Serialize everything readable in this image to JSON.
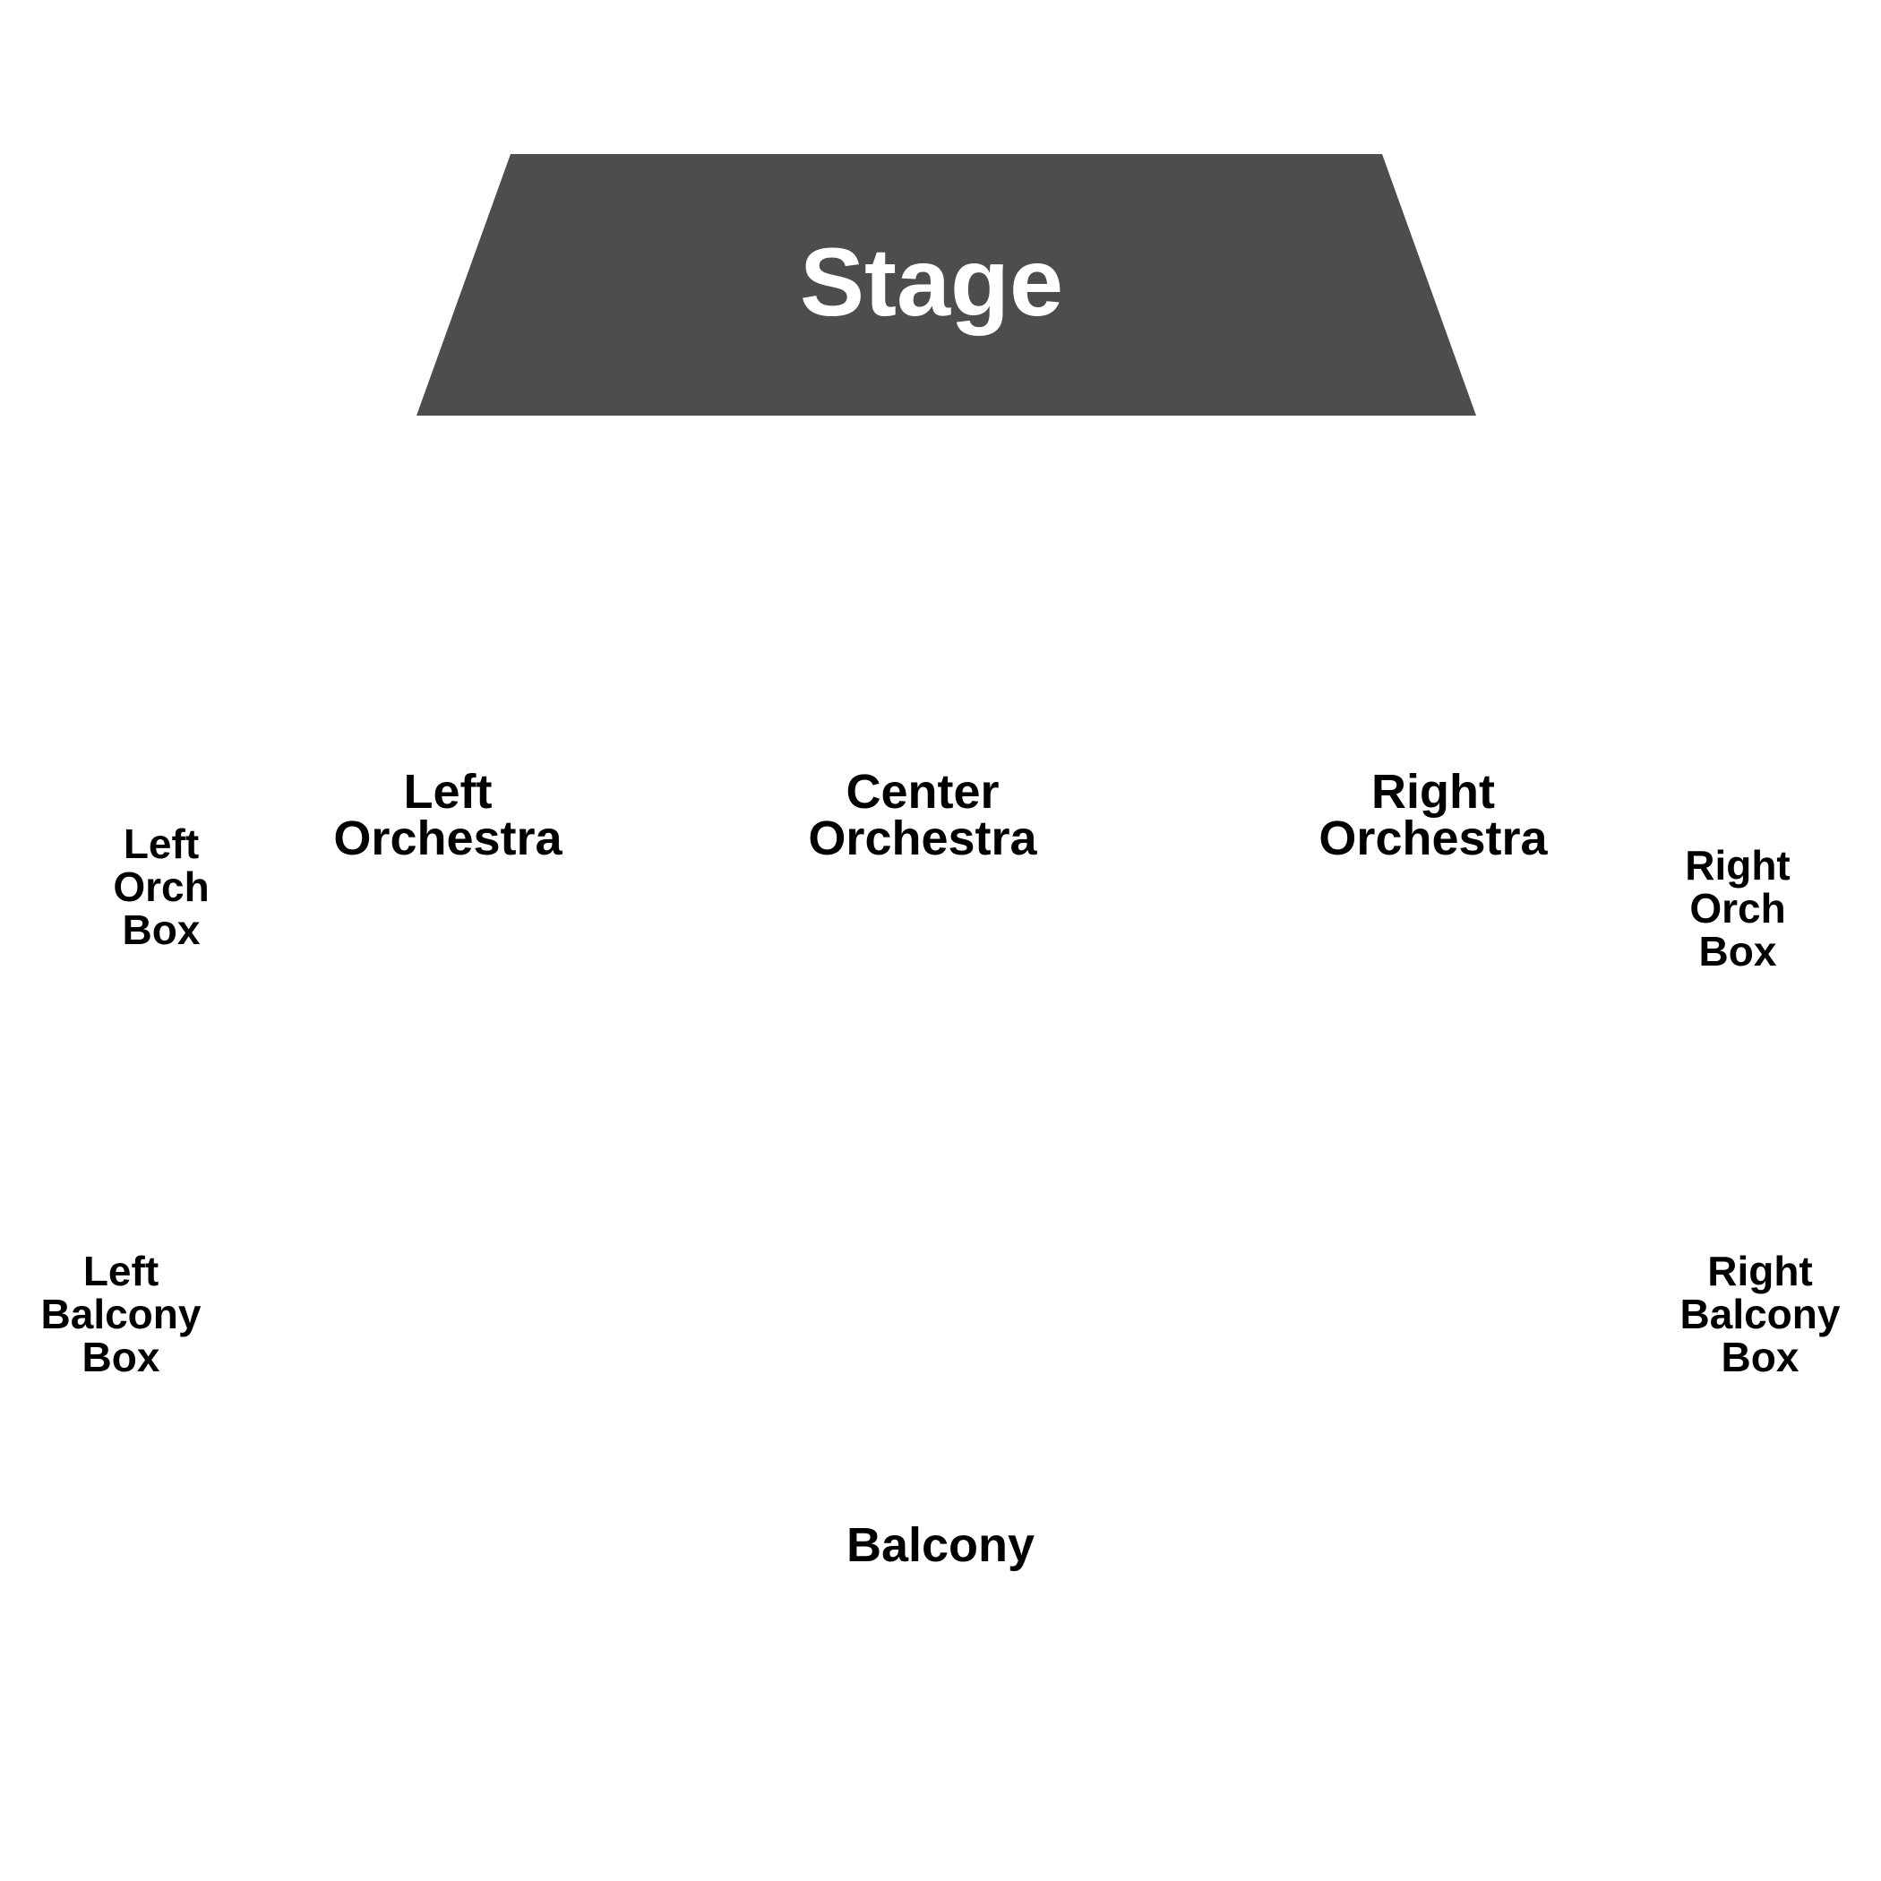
{
  "colors": {
    "stage_fill": "#4d4d4d",
    "stage_text": "#ffffff",
    "label_text": "#000000",
    "background": "#ffffff"
  },
  "stage": {
    "label": "Stage"
  },
  "sections": {
    "left_orchestra": {
      "line1": "Left",
      "line2": "Orchestra"
    },
    "center_orchestra": {
      "line1": "Center",
      "line2": "Orchestra"
    },
    "right_orchestra": {
      "line1": "Right",
      "line2": "Orchestra"
    },
    "left_orch_box": {
      "line1": "Left",
      "line2": "Orch",
      "line3": "Box"
    },
    "right_orch_box": {
      "line1": "Right",
      "line2": "Orch",
      "line3": "Box"
    },
    "left_balcony_box": {
      "line1": "Left",
      "line2": "Balcony",
      "line3": "Box"
    },
    "right_balcony_box": {
      "line1": "Right",
      "line2": "Balcony",
      "line3": "Box"
    },
    "balcony": {
      "line1": "Balcony"
    }
  }
}
